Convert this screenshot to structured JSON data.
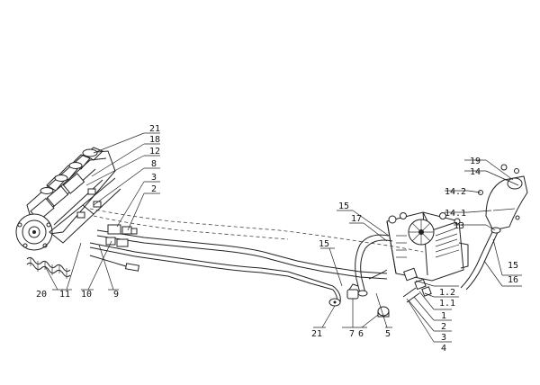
{
  "callouts": {
    "c21_top": "21",
    "c18": "18",
    "c12": "12",
    "c8": "8",
    "c3_left": "3",
    "c2_left": "2",
    "c20": "20",
    "c11": "11",
    "c10": "10",
    "c9": "9",
    "c15_a": "15",
    "c17": "17",
    "c15_b": "15",
    "c21_bottom": "21",
    "c7": "7",
    "c6": "6",
    "c5": "5",
    "c4": "4",
    "c3_right": "3",
    "c2_right": "2",
    "c1": "1",
    "c1_1": "1.1",
    "c1_2": "1.2",
    "c19": "19",
    "c14": "14",
    "c14_2": "14.2",
    "c14_1": "14.1",
    "c13": "13",
    "c15_c": "15",
    "c16": "16"
  }
}
